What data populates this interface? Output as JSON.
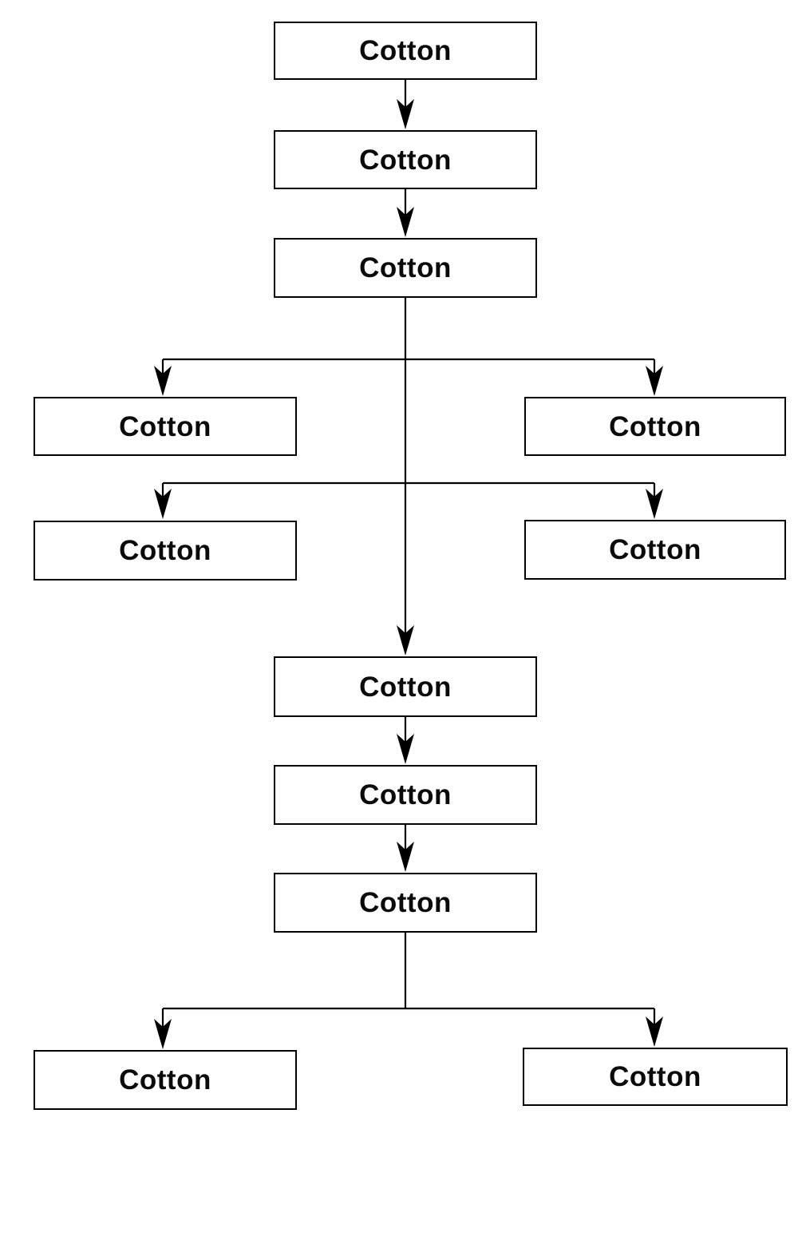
{
  "diagram": {
    "type": "flowchart",
    "background_color": "#ffffff",
    "stroke_color": "#000000",
    "text_color": "#0a0a0a",
    "nodes": [
      {
        "id": "node-top-1",
        "label": "Cotton"
      },
      {
        "id": "node-top-2",
        "label": "Cotton"
      },
      {
        "id": "node-top-3",
        "label": "Cotton"
      },
      {
        "id": "node-branch1-left",
        "label": "Cotton"
      },
      {
        "id": "node-branch1-right",
        "label": "Cotton"
      },
      {
        "id": "node-branch2-left",
        "label": "Cotton"
      },
      {
        "id": "node-branch2-right",
        "label": "Cotton"
      },
      {
        "id": "node-mid-1",
        "label": "Cotton"
      },
      {
        "id": "node-mid-2",
        "label": "Cotton"
      },
      {
        "id": "node-mid-3",
        "label": "Cotton"
      },
      {
        "id": "node-bottom-left",
        "label": "Cotton"
      },
      {
        "id": "node-bottom-right",
        "label": "Cotton"
      }
    ],
    "edges": [
      {
        "from": "node-top-1",
        "to": "node-top-2"
      },
      {
        "from": "node-top-2",
        "to": "node-top-3"
      },
      {
        "from": "node-top-3",
        "to": "node-branch1-left"
      },
      {
        "from": "node-top-3",
        "to": "node-branch1-right"
      },
      {
        "from": "node-top-3",
        "to": "node-branch2-left"
      },
      {
        "from": "node-top-3",
        "to": "node-branch2-right"
      },
      {
        "from": "node-top-3",
        "to": "node-mid-1"
      },
      {
        "from": "node-mid-1",
        "to": "node-mid-2"
      },
      {
        "from": "node-mid-2",
        "to": "node-mid-3"
      },
      {
        "from": "node-mid-3",
        "to": "node-bottom-left"
      },
      {
        "from": "node-mid-3",
        "to": "node-bottom-right"
      }
    ]
  }
}
